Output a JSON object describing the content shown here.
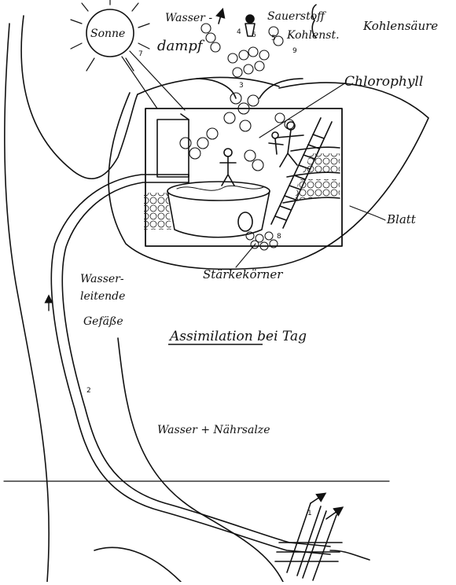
{
  "diagram": {
    "title": "Assimilation bei Tag",
    "labels": {
      "sun": "Sonne",
      "water": "Wasser -",
      "vapour": "dampf",
      "oxygen": "Sauerstoff",
      "carbon": "Kohlenst.",
      "co2": "Kohlensäure",
      "chlorophyll": "Chlorophyll",
      "leaf": "Blatt",
      "starch": "Stärkekörner",
      "vessel_1": "Wasser-",
      "vessel_2": "leitende",
      "vessel_3": "Gefäße",
      "nutrients": "Wasser + Nährsalze"
    },
    "markers": [
      "1",
      "2",
      "3",
      "4",
      "5",
      "6",
      "7",
      "8",
      "9"
    ]
  }
}
